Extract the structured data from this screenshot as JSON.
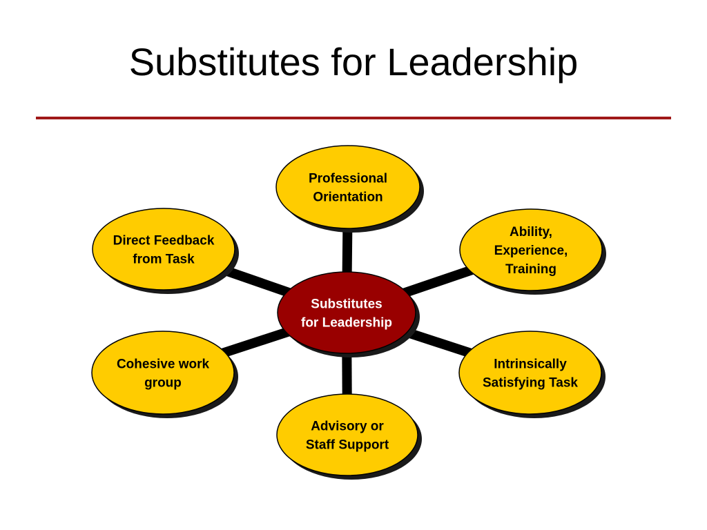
{
  "slide": {
    "title": "Substitutes for Leadership"
  },
  "colors": {
    "title_rule": "#a01818",
    "outer_fill": "#ffcc00",
    "center_fill": "#990000",
    "outline": "#000000",
    "shadow": "#1a1a1a",
    "connector": "#000000",
    "outer_text": "#000000",
    "center_text": "#ffffff"
  },
  "diagram": {
    "center": {
      "lines": [
        "Substitutes",
        "for Leadership"
      ]
    },
    "nodes": [
      {
        "id": "professional-orientation",
        "lines": [
          "Professional",
          "Orientation"
        ]
      },
      {
        "id": "direct-feedback",
        "lines": [
          "Direct Feedback",
          "from Task"
        ]
      },
      {
        "id": "ability-experience-training",
        "lines": [
          "Ability,",
          "Experience,",
          "Training"
        ]
      },
      {
        "id": "cohesive-work-group",
        "lines": [
          "Cohesive work",
          "group"
        ]
      },
      {
        "id": "intrinsically-satisfying-task",
        "lines": [
          "Intrinsically",
          "Satisfying Task"
        ]
      },
      {
        "id": "advisory-staff-support",
        "lines": [
          "Advisory or",
          "Staff Support"
        ]
      }
    ]
  }
}
